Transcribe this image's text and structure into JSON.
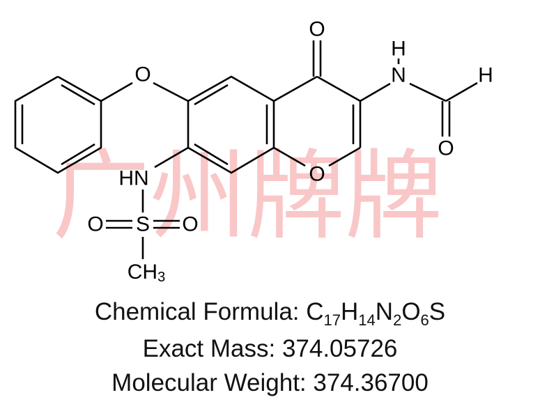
{
  "watermark": "广州牌牌",
  "structure": {
    "atoms": {
      "o_bridge": "O",
      "o_ketone": "O",
      "o_pyran": "O",
      "nh_top_h": "H",
      "nh_top_n": "N",
      "formyl_h": "H",
      "formyl_o": "O",
      "hn": "HN",
      "s": "S",
      "so_left": "O",
      "so_right": "O",
      "ch3_c": "CH",
      "ch3_sub": "3"
    }
  },
  "properties": {
    "formula_label": "Chemical Formula: ",
    "formula": {
      "C": "17",
      "H": "14",
      "N": "2",
      "O": "6",
      "S": ""
    },
    "exact_mass_label": "Exact Mass: ",
    "exact_mass": "374.05726",
    "mw_label": "Molecular Weight: ",
    "mw": "374.36700"
  }
}
